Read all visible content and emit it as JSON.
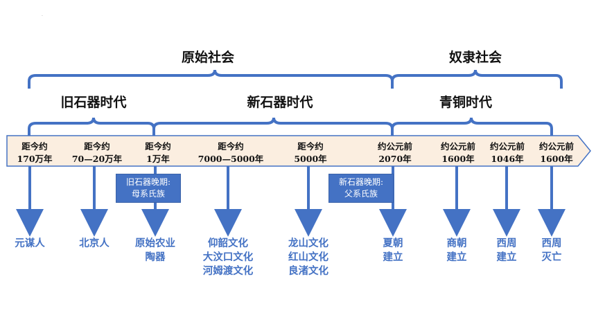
{
  "eras": {
    "primitive": "原始社会",
    "slave": "奴隶社会",
    "paleolithic": "旧石器时代",
    "neolithic": "新石器时代",
    "bronze": "青铜时代"
  },
  "ticks": [
    {
      "line1": "距今约",
      "line2": "170万年"
    },
    {
      "line1": "距今约",
      "line2": "70—20万年"
    },
    {
      "line1": "距今约",
      "line2": "1万年"
    },
    {
      "line1": "距今约",
      "line2": "7000—5000年"
    },
    {
      "line1": "距今约",
      "line2": "5000年"
    },
    {
      "line1": "约公元前",
      "line2": "2070年"
    },
    {
      "line1": "约公元前",
      "line2": "1600年"
    },
    {
      "line1": "约公元前",
      "line2": "1046年"
    },
    {
      "line1": "约公元前",
      "line2": "1600年"
    }
  ],
  "notes": [
    {
      "line1": "旧石器晚期:",
      "line2": "母系氏族"
    },
    {
      "line1": "新石器晚期:",
      "line2": "父系氏族"
    }
  ],
  "events": [
    {
      "lines": [
        "元谋人"
      ]
    },
    {
      "lines": [
        "北京人"
      ]
    },
    {
      "lines": [
        "原始农业",
        "陶器"
      ]
    },
    {
      "lines": [
        "仰韶文化",
        "大汶口文化",
        "河姆渡文化"
      ]
    },
    {
      "lines": [
        "龙山文化",
        "红山文化",
        "良渚文化"
      ]
    },
    {
      "lines": [
        "夏朝",
        "建立"
      ]
    },
    {
      "lines": [
        "商朝",
        "建立"
      ]
    },
    {
      "lines": [
        "西周",
        "建立"
      ]
    },
    {
      "lines": [
        "西周",
        "灭亡"
      ]
    }
  ],
  "colors": {
    "accent": "#4472c4",
    "bar_fill": "#fbeee0",
    "bar_border": "#4472c4"
  }
}
